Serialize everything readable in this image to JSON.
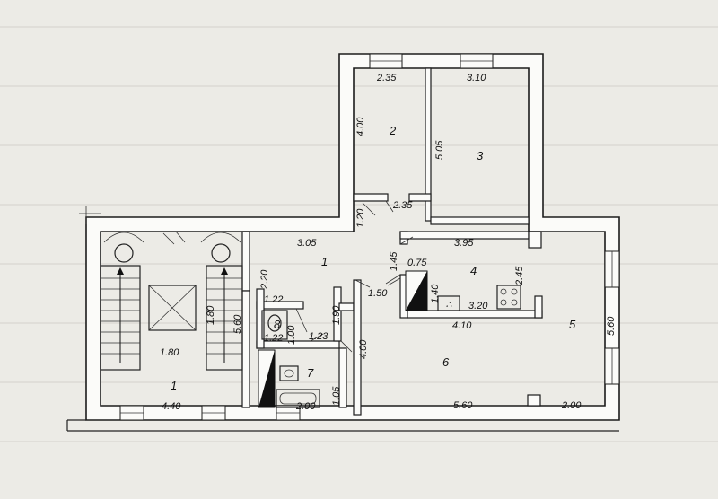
{
  "rooms": {
    "r1_hall": "1",
    "r1_stair": "1",
    "r2": "2",
    "r3": "3",
    "r4": "4",
    "r5": "5",
    "r6": "6",
    "r7": "7",
    "r8": "8"
  },
  "dims": {
    "d_2_35_top": "2.35",
    "d_3_10": "3.10",
    "d_4_00_r2": "4.00",
    "d_5_05": "5.05",
    "d_2_35_bot": "2.35",
    "d_1_20": "1.20",
    "d_3_05": "3.05",
    "d_3_95": "3.95",
    "d_1_45": "1.45",
    "d_0_75": "0.75",
    "d_2_45": "2.45",
    "d_2_20": "2.20",
    "d_1_40": "1.40",
    "d_3_20": "3.20",
    "d_1_50": "1.50",
    "d_1_22_a": "1.22",
    "d_1_90": "1.90",
    "d_4_10": "4.10",
    "d_5_60_right": "5.60",
    "d_1_80_v": "1.80",
    "d_5_60_left": "5.60",
    "d_1_00": "1.00",
    "d_1_22_b": "1.22",
    "d_1_23": "1.23",
    "d_1_80_h": "1.80",
    "d_4_00_r6": "4.00",
    "d_1_05": "1.05",
    "d_4_40": "4.40",
    "d_2_00_bath": "2.00",
    "d_5_60_bot": "5.60",
    "d_2_00_right": "2.00"
  }
}
